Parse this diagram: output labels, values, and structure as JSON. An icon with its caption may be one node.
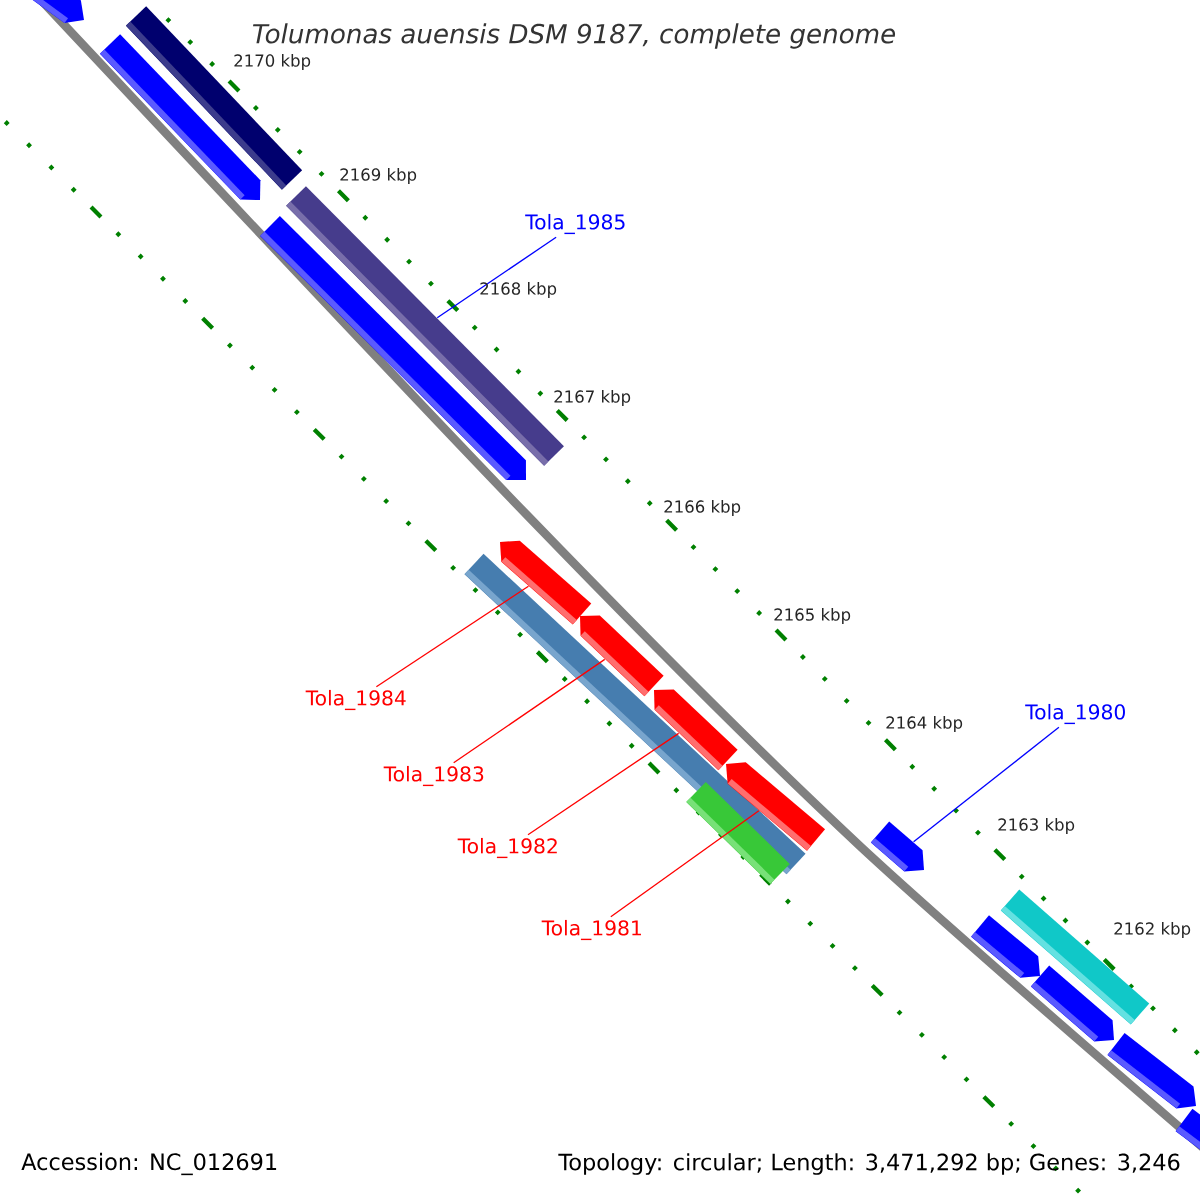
{
  "diagram": {
    "title": "Tolumonas auensis DSM 9187, complete genome",
    "nodes": [
      {
        "text": [
          "Tola_1985"
        ]
      },
      {
        "text": [
          "Tola_1984"
        ]
      },
      {
        "text": [
          "Tola_1980"
        ]
      },
      {
        "text": [
          "Tola_1983"
        ]
      },
      {
        "text": [
          "Tola_1982"
        ]
      },
      {
        "text": [
          "Tola_1981"
        ]
      },
      {
        "text": [],
        "shape": "bar"
      },
      {
        "text": [],
        "shape": "bar"
      },
      {
        "text": [],
        "shape": "bar"
      },
      {
        "text": [],
        "shape": "bar"
      },
      {
        "text": [],
        "shape": "bar"
      },
      {
        "text": [],
        "shape": "bar"
      },
      {
        "text": [],
        "shape": "bar"
      },
      {
        "text": [],
        "shape": "bar"
      },
      {
        "text": [],
        "shape": "bar"
      },
      {
        "text": [],
        "shape": "bar"
      },
      {
        "text": [],
        "shape": "bar"
      },
      {
        "text": [],
        "shape": "bar"
      },
      {
        "text": [],
        "shape": "bar"
      },
      {
        "text": [],
        "shape": "bar"
      },
      {
        "text": [],
        "shape": "bar"
      },
      {
        "text": [],
        "shape": "bar"
      },
      {
        "text": [],
        "shape": "bar"
      }
    ],
    "edges": [
      {
        "from": 0,
        "to": 9,
        "arrow": "none",
        "color": "#0000ff"
      },
      {
        "from": 1,
        "to": 11,
        "arrow": "none"
      },
      {
        "from": 2,
        "to": 17,
        "arrow": "none",
        "color": "#0000ff"
      },
      {
        "from": 3,
        "to": 13,
        "arrow": "none"
      },
      {
        "from": 4,
        "to": 14,
        "arrow": "none"
      },
      {
        "from": 5,
        "to": 15,
        "arrow": "none"
      }
    ],
    "labels": [
      "2170 kbp",
      "2169 kbp",
      "2168 kbp",
      "2167 kbp",
      "2166 kbp",
      "2165 kbp",
      "2164 kbp",
      "2163 kbp",
      "2162 kbp",
      "Accession: NC_012691",
      "Topology: circular; Length: 3,471,292 bp; Genes: 3,246"
    ]
  }
}
